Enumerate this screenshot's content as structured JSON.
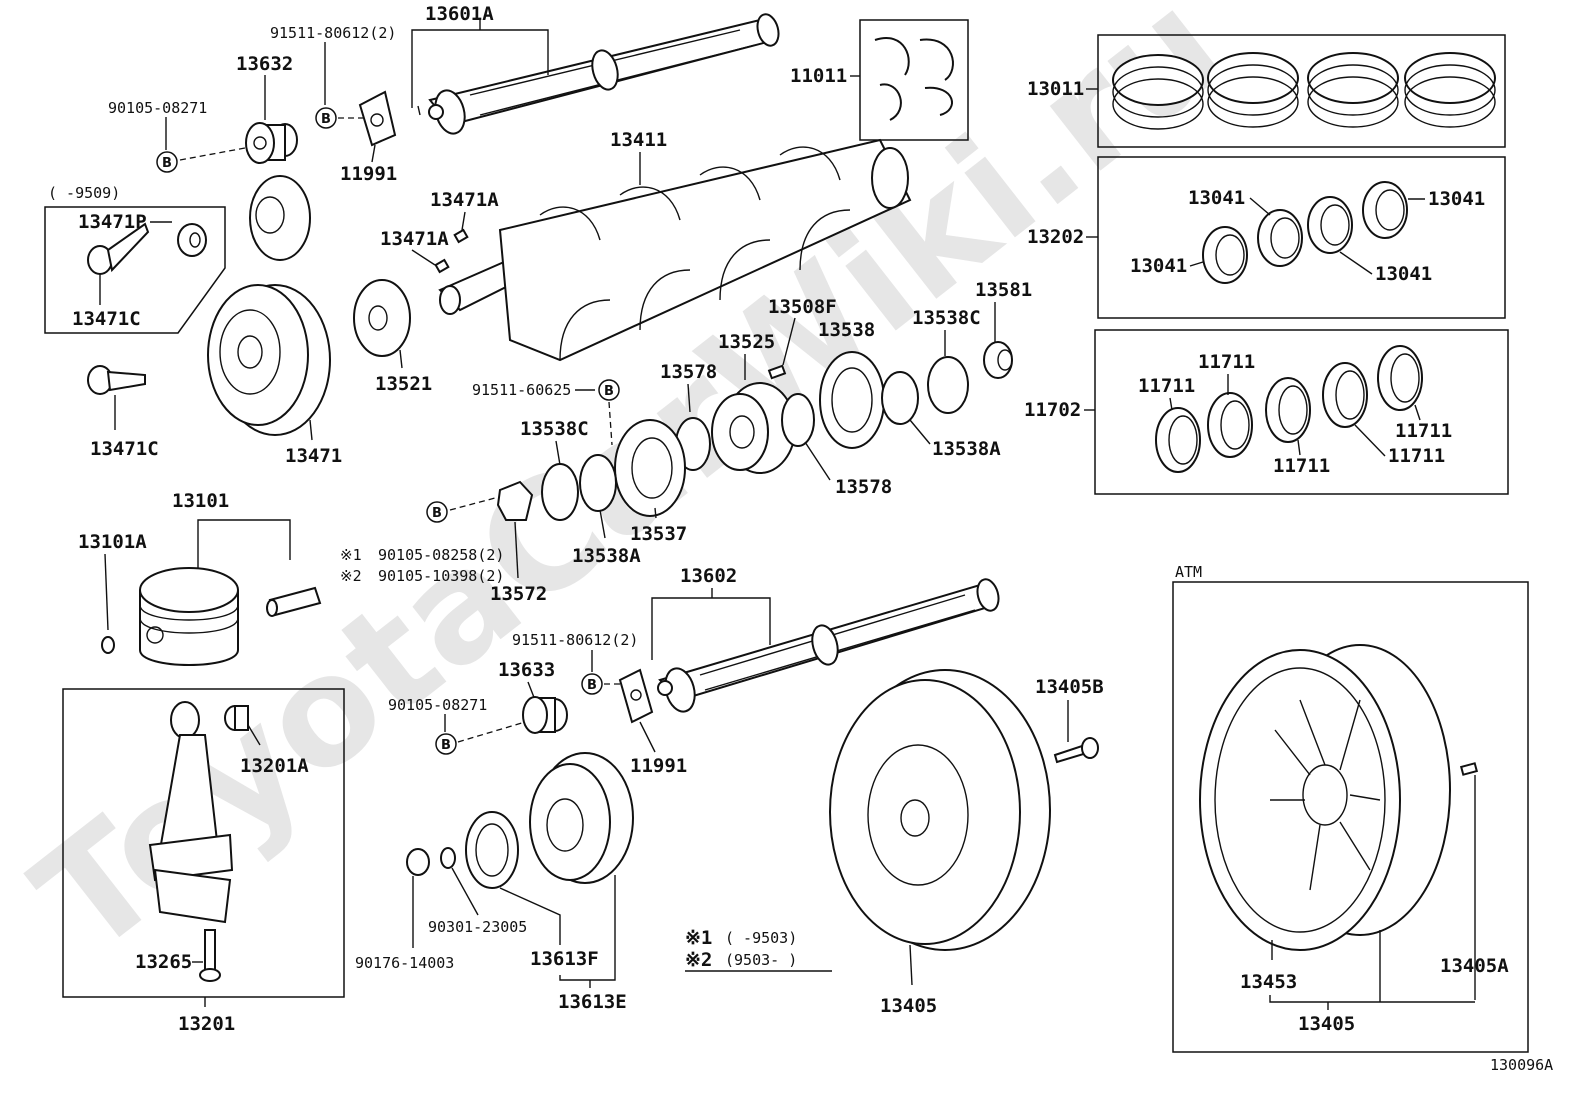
{
  "watermark": "ToyotaCarWiki.ru",
  "footer_code": "130096A",
  "atm_label": "ATM",
  "range_label": "( -9509)",
  "notes": [
    {
      "mark": "※1",
      "text": "( -9503)"
    },
    {
      "mark": "※2",
      "text": "(9503- )"
    }
  ],
  "bolt_notes": [
    {
      "mark": "※1",
      "text": "90105-08258(2)"
    },
    {
      "mark": "※2",
      "text": "90105-10398(2)"
    }
  ],
  "callout_b": "B",
  "labels": {
    "p13601A": "13601A",
    "p91511_80612_a": "91511-80612(2)",
    "p13632": "13632",
    "p90105_08271_a": "90105-08271",
    "p11991_a": "11991",
    "p11011": "11011",
    "p13011": "13011",
    "p13411": "13411",
    "p13471A_a": "13471A",
    "p13471A_b": "13471A",
    "p13471P": "13471P",
    "p13471C_a": "13471C",
    "p13471C_b": "13471C",
    "p13471": "13471",
    "p13521": "13521",
    "p13202": "13202",
    "p13041_a": "13041",
    "p13041_b": "13041",
    "p13041_c": "13041",
    "p13041_d": "13041",
    "p13508F": "13508F",
    "p13538": "13538",
    "p13538C_a": "13538C",
    "p13581": "13581",
    "p13525": "13525",
    "p13578_a": "13578",
    "p91511_60625": "91511-60625",
    "p13538C_b": "13538C",
    "p13538A_a": "13538A",
    "p13578_b": "13578",
    "p11702": "11702",
    "p11711_a": "11711",
    "p11711_b": "11711",
    "p11711_c": "11711",
    "p11711_d": "11711",
    "p11711_e": "11711",
    "p13101": "13101",
    "p13101A": "13101A",
    "p13537": "13537",
    "p13538A_b": "13538A",
    "p13572": "13572",
    "p13602": "13602",
    "p91511_80612_b": "91511-80612(2)",
    "p13633": "13633",
    "p90105_08271_b": "90105-08271",
    "p11991_b": "11991",
    "p13405B": "13405B",
    "p13201A": "13201A",
    "p90301_23005": "90301-23005",
    "p90176_14003": "90176-14003",
    "p13613F": "13613F",
    "p13613E": "13613E",
    "p13265": "13265",
    "p13201": "13201",
    "p13405_a": "13405",
    "p13453": "13453",
    "p13405A": "13405A",
    "p13405_b": "13405"
  }
}
